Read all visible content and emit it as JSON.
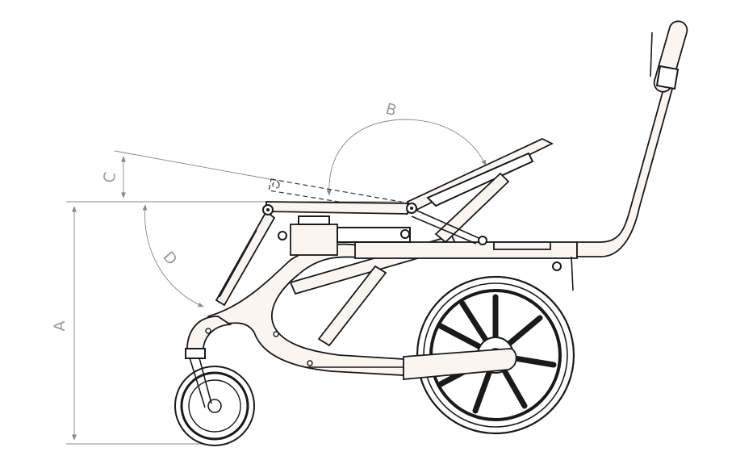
{
  "dimensions": {
    "a": "A",
    "b": "B",
    "c": "C",
    "d": "D"
  }
}
